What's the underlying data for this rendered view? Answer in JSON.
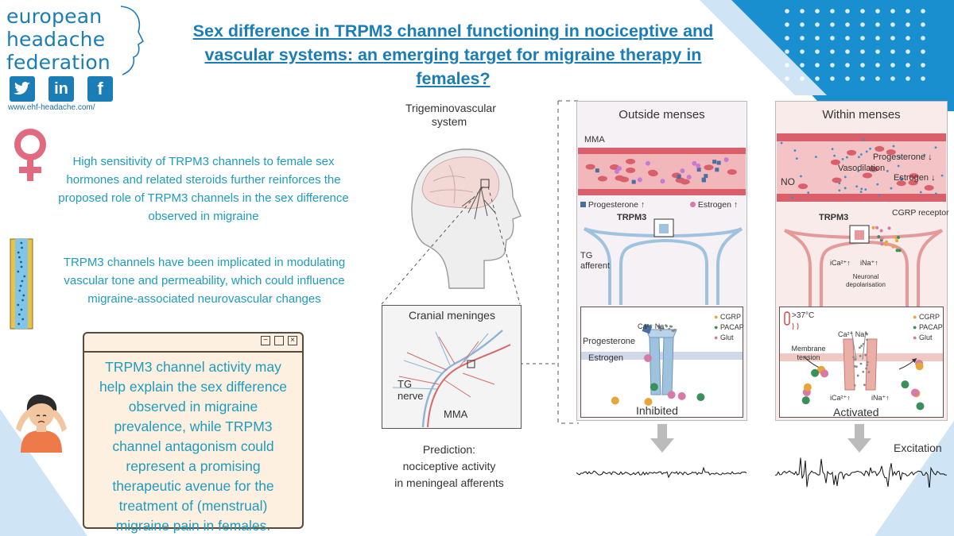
{
  "brand": {
    "lines": [
      "european",
      "headache",
      "federation"
    ],
    "social": [
      "twitter-icon",
      "linkedin-icon",
      "facebook-icon"
    ],
    "website": "www.ehf-headache.com/"
  },
  "title": "Sex difference in TRPM3 channel functioning in nociceptive and vascular systems: an emerging target for migraine therapy in females?",
  "points": [
    {
      "icon": "female-symbol-icon",
      "text": "High sensitivity of TRPM3 channels to female sex hormones and related steroids further reinforces the proposed role of TRPM3 channels in the sex difference observed in migraine"
    },
    {
      "icon": "blood-vessel-icon",
      "text": "TRPM3 channels have been implicated in modulating vascular tone and permeability, which could influence migraine-associated neurovascular changes"
    }
  ],
  "callout": {
    "text": "TRPM3 channel activity may help explain the sex difference observed in migraine prevalence, while TRPM3 channel antagonism could represent a promising therapeutic avenue for the treatment of (menstrual) migraine pain in females."
  },
  "figure": {
    "tgv_label": "Trigeminovascular system",
    "meninges_label": "Cranial meninges",
    "tg_nerve": "TG nerve",
    "mma_small": "MMA",
    "prediction": [
      "Prediction:",
      "nociceptive activity",
      "in meningeal afferents"
    ],
    "outside": {
      "header": "Outside menses",
      "mma": "MMA",
      "progesterone": "Progesterone",
      "estrogen": "Estrogen",
      "trpm3": "TRPM3",
      "tg_afferent": "TG afferent",
      "ions": "Ca²⁺ Na⁺",
      "progesterone2": "Progesterone",
      "estrogen2": "Estrogen",
      "legend": [
        "CGRP",
        "PACAP",
        "Glut"
      ],
      "state": "Inhibited"
    },
    "within": {
      "header": "Within menses",
      "vasodilation": "Vasodilation",
      "no": "NO",
      "progesterone": "Progesterone",
      "estrogen": "Estrogen",
      "trpm3": "TRPM3",
      "cgrp_receptor": "CGRP receptor",
      "ica": "iCa²⁺↑",
      "ina": "iNa⁺↑",
      "depol": "Neuronal depolarisation",
      "temp": ">37°C",
      "ions": "Ca²⁺ Na⁺",
      "membrane": "Membrane tension",
      "legend": [
        "CGRP",
        "PACAP",
        "Glut"
      ],
      "state": "Activated",
      "excitation": "Excitation"
    },
    "colors": {
      "accent": "#1a7db5",
      "text_teal": "#1e9bbd",
      "vessel": "#e8949a",
      "neuron": "#9fc3df",
      "cgrp": "#e8a53a",
      "pacap": "#3a8f5a",
      "glut": "#d77aa8"
    }
  }
}
